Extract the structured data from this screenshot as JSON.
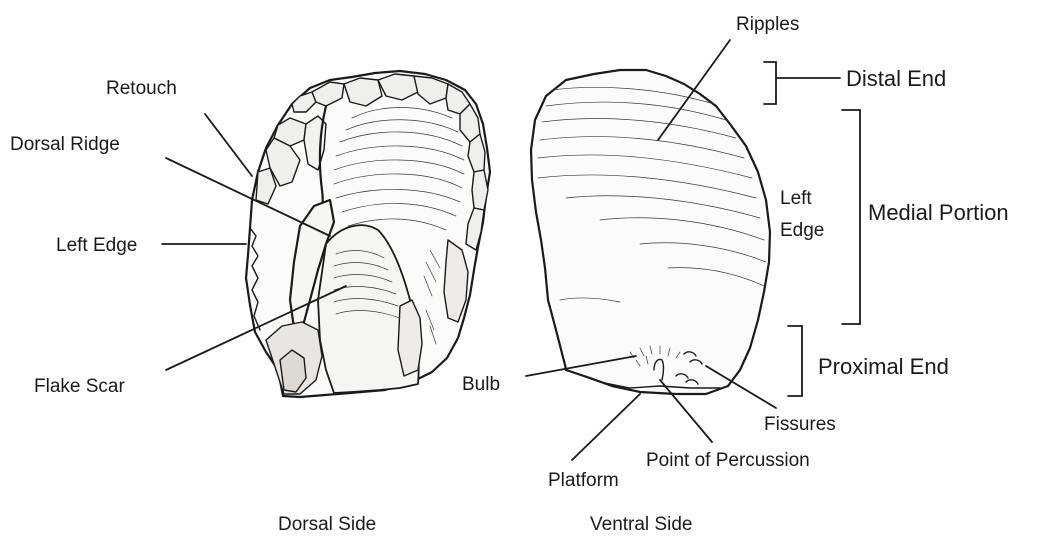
{
  "labels": {
    "ripples": "Ripples",
    "distal_end": "Distal End",
    "retouch": "Retouch",
    "dorsal_ridge": "Dorsal Ridge",
    "left_edge_dorsal": "Left Edge",
    "left_edge_ventral": [
      "Left",
      "Edge"
    ],
    "medial_portion": "Medial Portion",
    "flake_scar": "Flake Scar",
    "bulb": "Bulb",
    "proximal_end": "Proximal End",
    "fissures": "Fissures",
    "point_of_percussion": "Point of Percussion",
    "platform": "Platform"
  },
  "captions": {
    "dorsal": "Dorsal Side",
    "ventral": "Ventral Side"
  }
}
